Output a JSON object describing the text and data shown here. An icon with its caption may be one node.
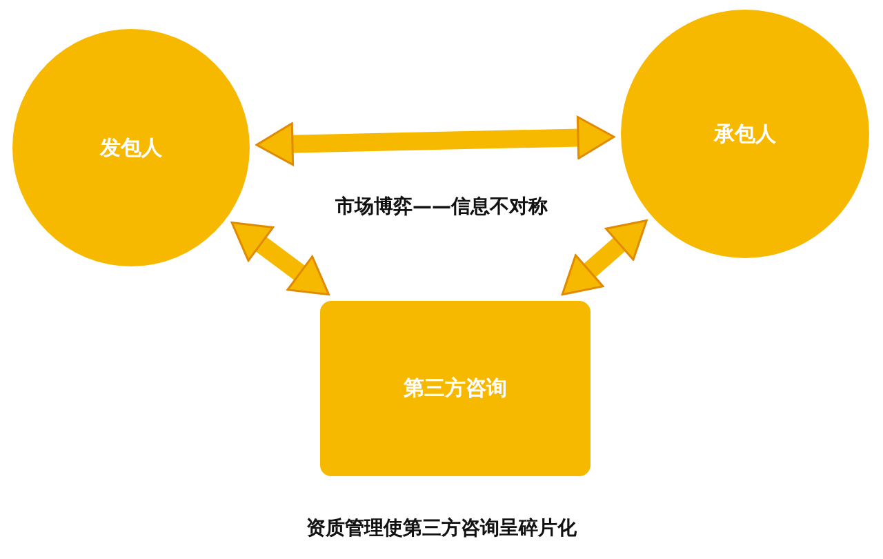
{
  "diagram": {
    "nodes": [
      {
        "text": [
          "发包人"
        ]
      },
      {
        "text": [
          "承包人"
        ]
      },
      {
        "text": [
          "第三方咨询"
        ]
      }
    ],
    "edges": [
      {
        "from": 0,
        "to": 1,
        "arrow": "both"
      },
      {
        "from": 0,
        "to": 2,
        "arrow": "both"
      },
      {
        "from": 1,
        "to": 2,
        "arrow": "both"
      }
    ],
    "labels": [
      "市场博弈——信息不对称",
      "资质管理使第三方咨询呈碎片化"
    ]
  }
}
